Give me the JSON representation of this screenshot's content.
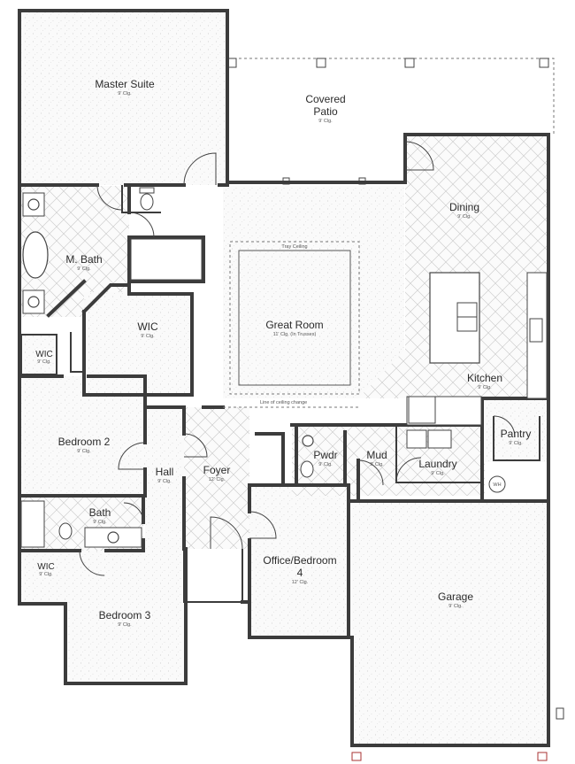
{
  "rooms": {
    "master_suite": {
      "name": "Master Suite",
      "sub": "9' Clg."
    },
    "covered_patio": {
      "name": "Covered Patio",
      "line1": "Covered",
      "line2": "Patio",
      "sub": "9' Clg."
    },
    "dining": {
      "name": "Dining",
      "sub": "9' Clg."
    },
    "m_bath": {
      "name": "M. Bath",
      "sub": "9' Clg."
    },
    "great_room": {
      "name": "Great Room",
      "sub": "11' Clg. (In Trusses)"
    },
    "wic_master": {
      "name": "WIC",
      "sub": "9' Clg."
    },
    "wic_small": {
      "name": "WIC",
      "sub": "9' Clg."
    },
    "kitchen": {
      "name": "Kitchen",
      "sub": "9' Clg."
    },
    "bedroom_2": {
      "name": "Bedroom 2",
      "sub": "9' Clg."
    },
    "pantry": {
      "name": "Pantry",
      "sub": "9' Clg."
    },
    "hall": {
      "name": "Hall",
      "sub": "9' Clg."
    },
    "foyer": {
      "name": "Foyer",
      "sub": "12' Clg."
    },
    "pwdr": {
      "name": "Pwdr",
      "sub": "9' Clg."
    },
    "mud": {
      "name": "Mud",
      "sub": "9' Clg."
    },
    "laundry": {
      "name": "Laundry",
      "sub": "9' Clg."
    },
    "bath": {
      "name": "Bath",
      "sub": "9' Clg."
    },
    "wic_bed3": {
      "name": "WIC",
      "sub": "9' Clg."
    },
    "office": {
      "line1": "Office/Bedroom",
      "line2": "4",
      "sub": "12' Clg."
    },
    "garage": {
      "name": "Garage",
      "sub": "9' Clg."
    },
    "bedroom_3": {
      "name": "Bedroom 3",
      "sub": "9' Clg."
    }
  },
  "notes": {
    "tray_ceiling": "Tray Ceiling",
    "ceiling_change": "Line of ceiling change",
    "water_heater": "WH"
  }
}
